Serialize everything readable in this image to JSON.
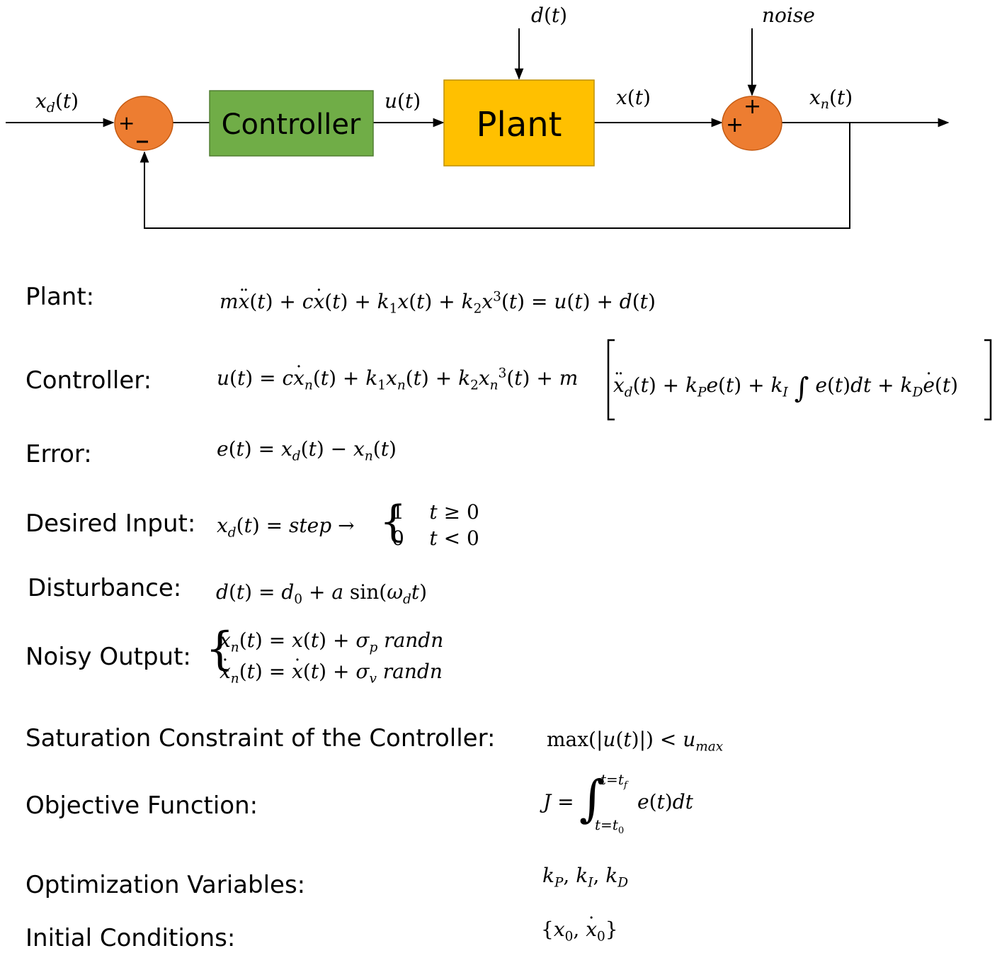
{
  "diagram": {
    "blocks": {
      "controller": "Controller",
      "plant": "Plant"
    },
    "sum1": {
      "plus": "+",
      "minus": "_"
    },
    "sum2": {
      "plus_top": "+",
      "plus_left": "+"
    },
    "signals": {
      "xd": "x_d(t)",
      "u": "u(t)",
      "x": "x(t)",
      "xn": "x_n(t)",
      "d": "d(t)",
      "noise": "noise"
    },
    "colors": {
      "controller_fill": "#70ad47",
      "plant_fill": "#ffc000",
      "summer_fill": "#ed7d31"
    }
  },
  "equations": {
    "plant": {
      "label": "Plant:",
      "expr": "m ẍ(t) + c ẋ(t) + k_1 x(t) + k_2 x^3(t) = u(t) + d(t)"
    },
    "controller": {
      "label": "Controller:",
      "expr": "u(t) = c ẋ_n(t) + k_1 x_n(t) + k_2 x_n^3(t) + m [ ẍ_d(t) + k_P e(t) + k_I ∫ e(t)dt + k_D ė(t) ]"
    },
    "error": {
      "label": "Error:",
      "expr": "e(t) = x_d(t) − x_n(t)"
    },
    "desired": {
      "label": "Desired Input:",
      "expr": "x_d(t) = step → {1 t ≥ 0 ; 0 t < 0}"
    },
    "disturbance": {
      "label": "Disturbance:",
      "expr": "d(t) = d_0 + a sin(ω_d t)"
    },
    "noisy": {
      "label": "Noisy Output:",
      "expr": "x_n(t) = x(t) + σ_p randn ; ẋ_n(t) = ẋ(t) + σ_v randn"
    },
    "saturation": {
      "label": "Saturation Constraint of the Controller:",
      "expr": "max(|u(t)|) < u_max"
    },
    "objective": {
      "label": "Objective Function:",
      "expr": "J = ∫_{t=t_0}^{t=t_f} e(t)dt"
    },
    "variables": {
      "label": "Optimization Variables:",
      "expr": "k_P, k_I, k_D"
    },
    "initial": {
      "label": "Initial Conditions:",
      "expr": "{x_0, ẋ_0}"
    }
  }
}
